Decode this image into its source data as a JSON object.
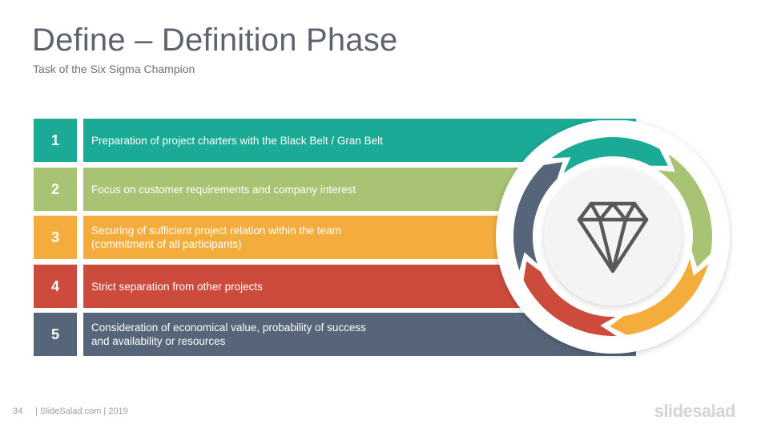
{
  "header": {
    "title": "Define – Definition Phase",
    "subtitle": "Task of the Six Sigma Champion"
  },
  "rows": [
    {
      "number": "1",
      "text": "Preparation of project charters with the Black Belt / Gran Belt",
      "color": "#1aaa96"
    },
    {
      "number": "2",
      "text": "Focus on customer requirements and company interest",
      "color": "#a8c373"
    },
    {
      "number": "3",
      "text": "Securing of sufficient project relation within the team\n(commitment of all participants)",
      "color": "#f4ad3c"
    },
    {
      "number": "4",
      "text": "Strict separation from other projects",
      "color": "#cc4b3d"
    },
    {
      "number": "5",
      "text": "Consideration of economical value, probability of success\nand availability or resources",
      "color": "#566579"
    }
  ],
  "wheel": {
    "icon": "diamond-icon",
    "colors": [
      "#1aaa96",
      "#a8c373",
      "#f4ad3c",
      "#cc4b3d",
      "#566579"
    ]
  },
  "footer": {
    "page_number": "34",
    "text": "| SlideSalad.com | 2019",
    "brand": "slidesalad"
  }
}
